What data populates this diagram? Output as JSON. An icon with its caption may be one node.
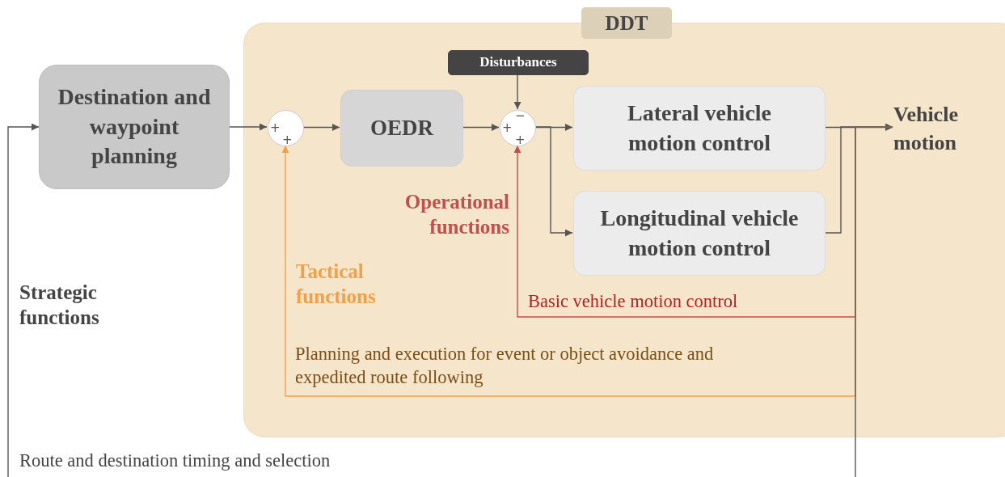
{
  "diagram": {
    "nodes": [
      {
        "text": [
          "DDT"
        ]
      },
      {
        "text": [
          "Destination and waypoint planning"
        ]
      },
      {
        "text": [
          "+",
          "+"
        ],
        "in": 0
      },
      {
        "text": [
          "OEDR"
        ],
        "in": 0
      },
      {
        "text": [
          "Disturbances"
        ],
        "in": 0
      },
      {
        "text": [
          "−",
          "+",
          "+"
        ],
        "in": 0
      },
      {
        "text": [
          "Lateral vehicle motion control"
        ],
        "in": 0
      },
      {
        "text": [
          "Longitudinal vehicle motion control"
        ],
        "in": 0
      },
      {
        "text": [
          "Vehicle motion"
        ],
        "in": 0
      }
    ],
    "edges": [
      {
        "from": 1,
        "to": 2,
        "arrow": "to"
      },
      {
        "from": 2,
        "to": 3,
        "arrow": "to"
      },
      {
        "from": 3,
        "to": 5,
        "arrow": "to"
      },
      {
        "from": 4,
        "to": 5,
        "arrow": "to"
      },
      {
        "from": 5,
        "to": 6,
        "arrow": "to"
      },
      {
        "from": 5,
        "to": 7,
        "arrow": "to"
      },
      {
        "from": 6,
        "to": 8,
        "arrow": "to"
      },
      {
        "from": 7,
        "to": 8,
        "arrow": "to"
      },
      {
        "from": 8,
        "to": 5,
        "arrow": "to",
        "label": "Basic vehicle motion control",
        "color": "#c0504d"
      },
      {
        "from": 8,
        "to": 2,
        "arrow": "to",
        "label": "Planning and execution for event or object avoidance and expedited route following",
        "color": "#f0a04b"
      },
      {
        "from": 8,
        "to": 1,
        "arrow": "to",
        "label": "Route and destination timing and selection"
      }
    ],
    "labels": [
      "Operational functions",
      "Tactical functions",
      "Strategic functions"
    ]
  }
}
